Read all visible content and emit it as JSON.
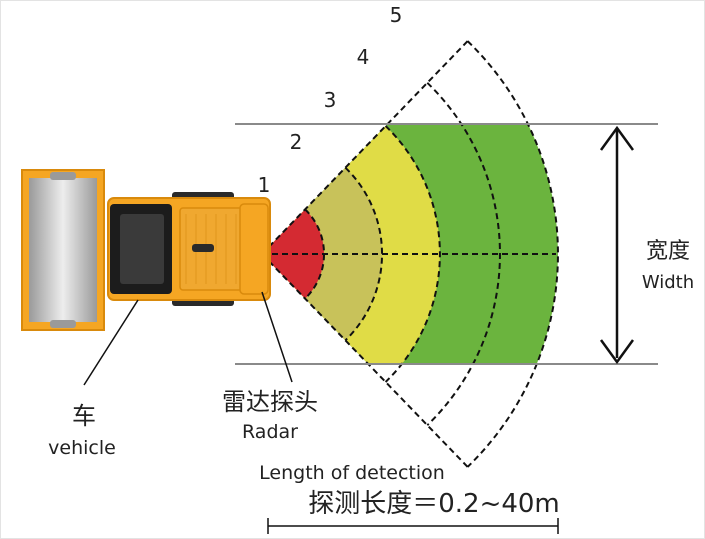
{
  "zones": [
    {
      "label": "1",
      "color": "#d42a32"
    },
    {
      "label": "2",
      "color": "#c8c25a"
    },
    {
      "label": "3",
      "color": "#e0dc46"
    },
    {
      "label": "4",
      "color": "#6bb43e"
    },
    {
      "label": "5",
      "color": "#6bb43e"
    }
  ],
  "labels": {
    "width_cn": "宽度",
    "width_en": "Width",
    "vehicle_cn": "车",
    "vehicle_en": "vehicle",
    "radar_cn": "雷达探头",
    "radar_en": "Radar",
    "length_en": "Length of detection",
    "length_cn": "探测长度＝0.2~40m"
  },
  "colors": {
    "vehicle_body": "#f5a623",
    "vehicle_body_dark": "#d98a0c",
    "cab_dark": "#1c1c1c",
    "track": "#2a2a2a",
    "roller": "#bfbfbf",
    "lane_line": "#8a8a8a"
  }
}
